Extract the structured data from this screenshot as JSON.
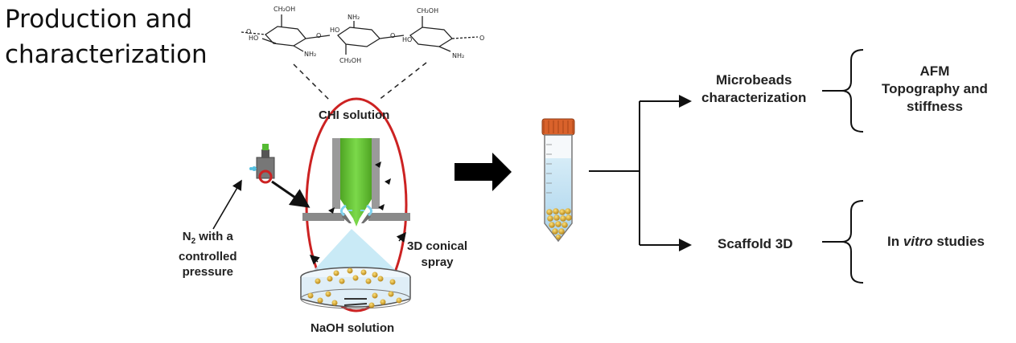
{
  "title": {
    "line1": "Production and",
    "line2": "characterization"
  },
  "labels": {
    "chi_solution": "CHI solution",
    "n2_line1": "N",
    "n2_sub": "2",
    "n2_line1_rest": " with a",
    "n2_line2": "controlled",
    "n2_line3": "pressure",
    "spray_line1": "3D conical",
    "spray_line2": "spray",
    "naoh_solution": "NaOH solution",
    "microbeads_line1": "Microbeads",
    "microbeads_line2": "characterization",
    "scaffold": "Scaffold 3D",
    "afm_line1": "AFM",
    "afm_line2": "Topography and",
    "afm_line3": "stiffness",
    "invitro_pre": "In ",
    "invitro_em": "vitro",
    "invitro_post": " studies"
  },
  "chem": {
    "ch2oh": "CH₂OH",
    "nh2": "NH₂",
    "ho": "HO",
    "o": "O"
  },
  "colors": {
    "needle_green": "#66cc33",
    "spray_blue": "#bfe6f5",
    "ring_red": "#cc2222",
    "bead_gold": "#d9a520",
    "cap_orange": "#d9622b"
  }
}
